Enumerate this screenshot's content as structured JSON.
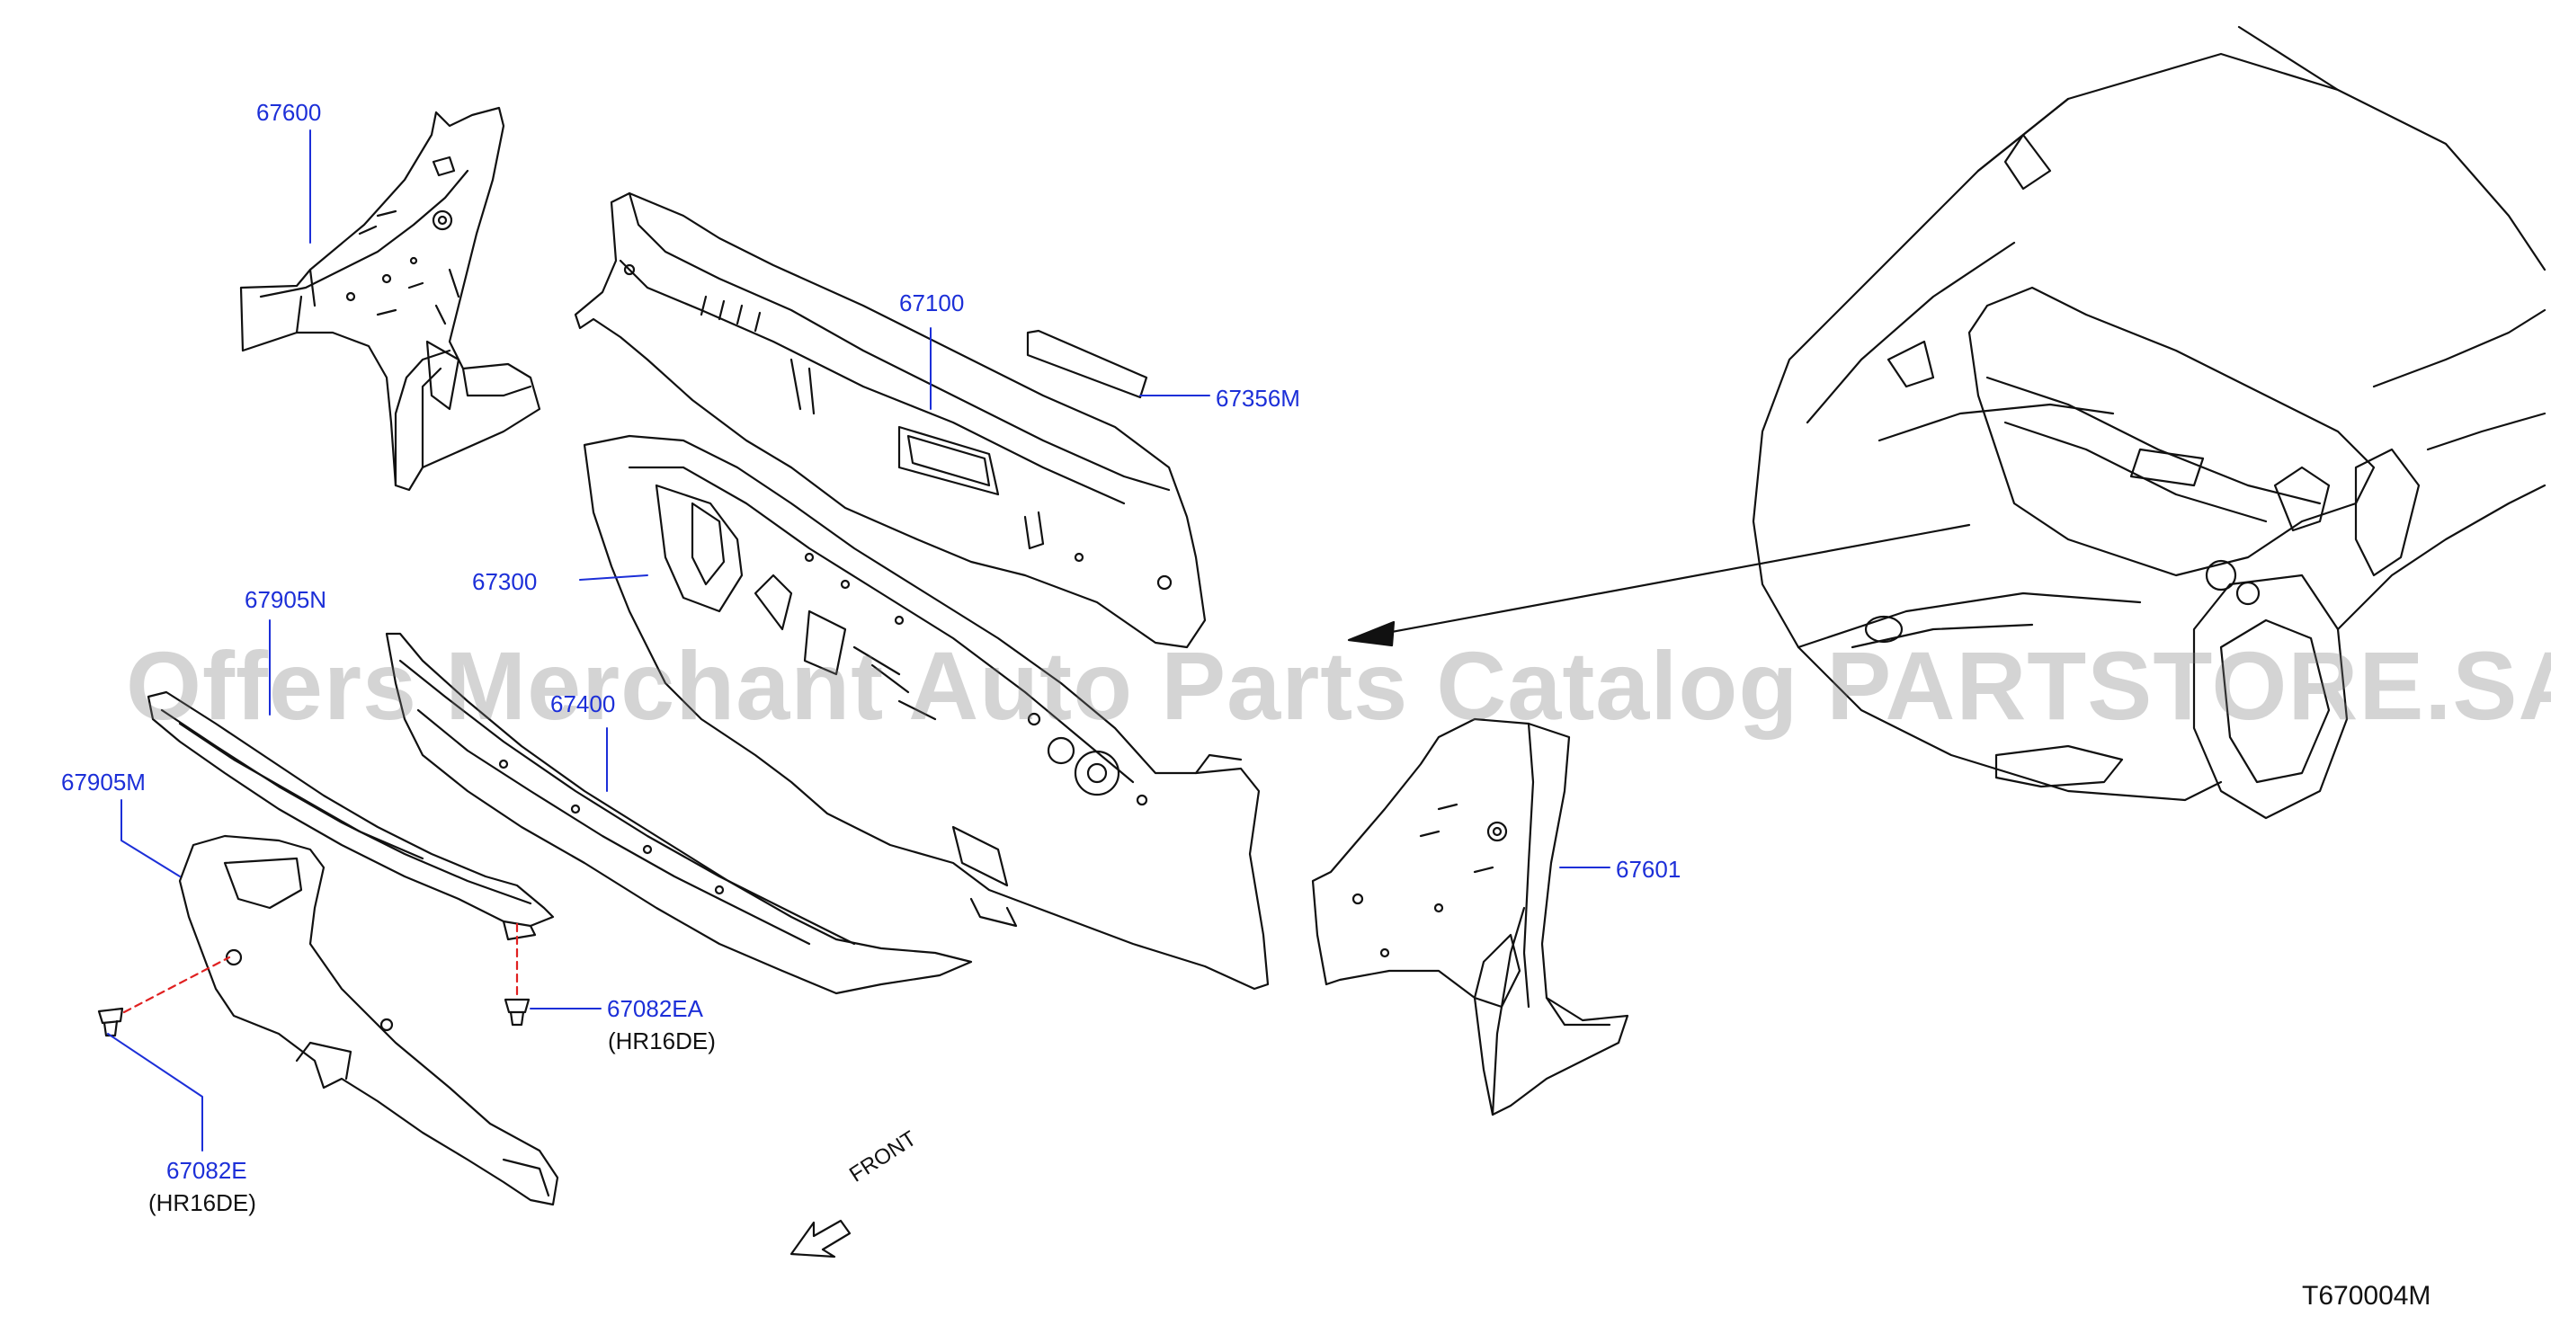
{
  "parts": [
    {
      "id": "p67600",
      "label": "67600"
    },
    {
      "id": "p67100",
      "label": "67100"
    },
    {
      "id": "p67356M",
      "label": "67356M"
    },
    {
      "id": "p67300",
      "label": "67300"
    },
    {
      "id": "p67905N",
      "label": "67905N"
    },
    {
      "id": "p67400",
      "label": "67400"
    },
    {
      "id": "p67905M",
      "label": "67905M"
    },
    {
      "id": "p67601",
      "label": "67601"
    },
    {
      "id": "p67082EA",
      "label": "67082EA",
      "note": "(HR16DE)"
    },
    {
      "id": "p67082E",
      "label": "67082E",
      "note": "(HR16DE)"
    }
  ],
  "front_label": "FRONT",
  "diagram_code": "T670004M",
  "watermark": "Offers Merchant Auto Parts Catalog PARTSTORE.SA",
  "colors": {
    "callout": "#1c2fd8",
    "outline": "#111111",
    "dash": "#e02020",
    "watermark": "#9a9a9a"
  }
}
